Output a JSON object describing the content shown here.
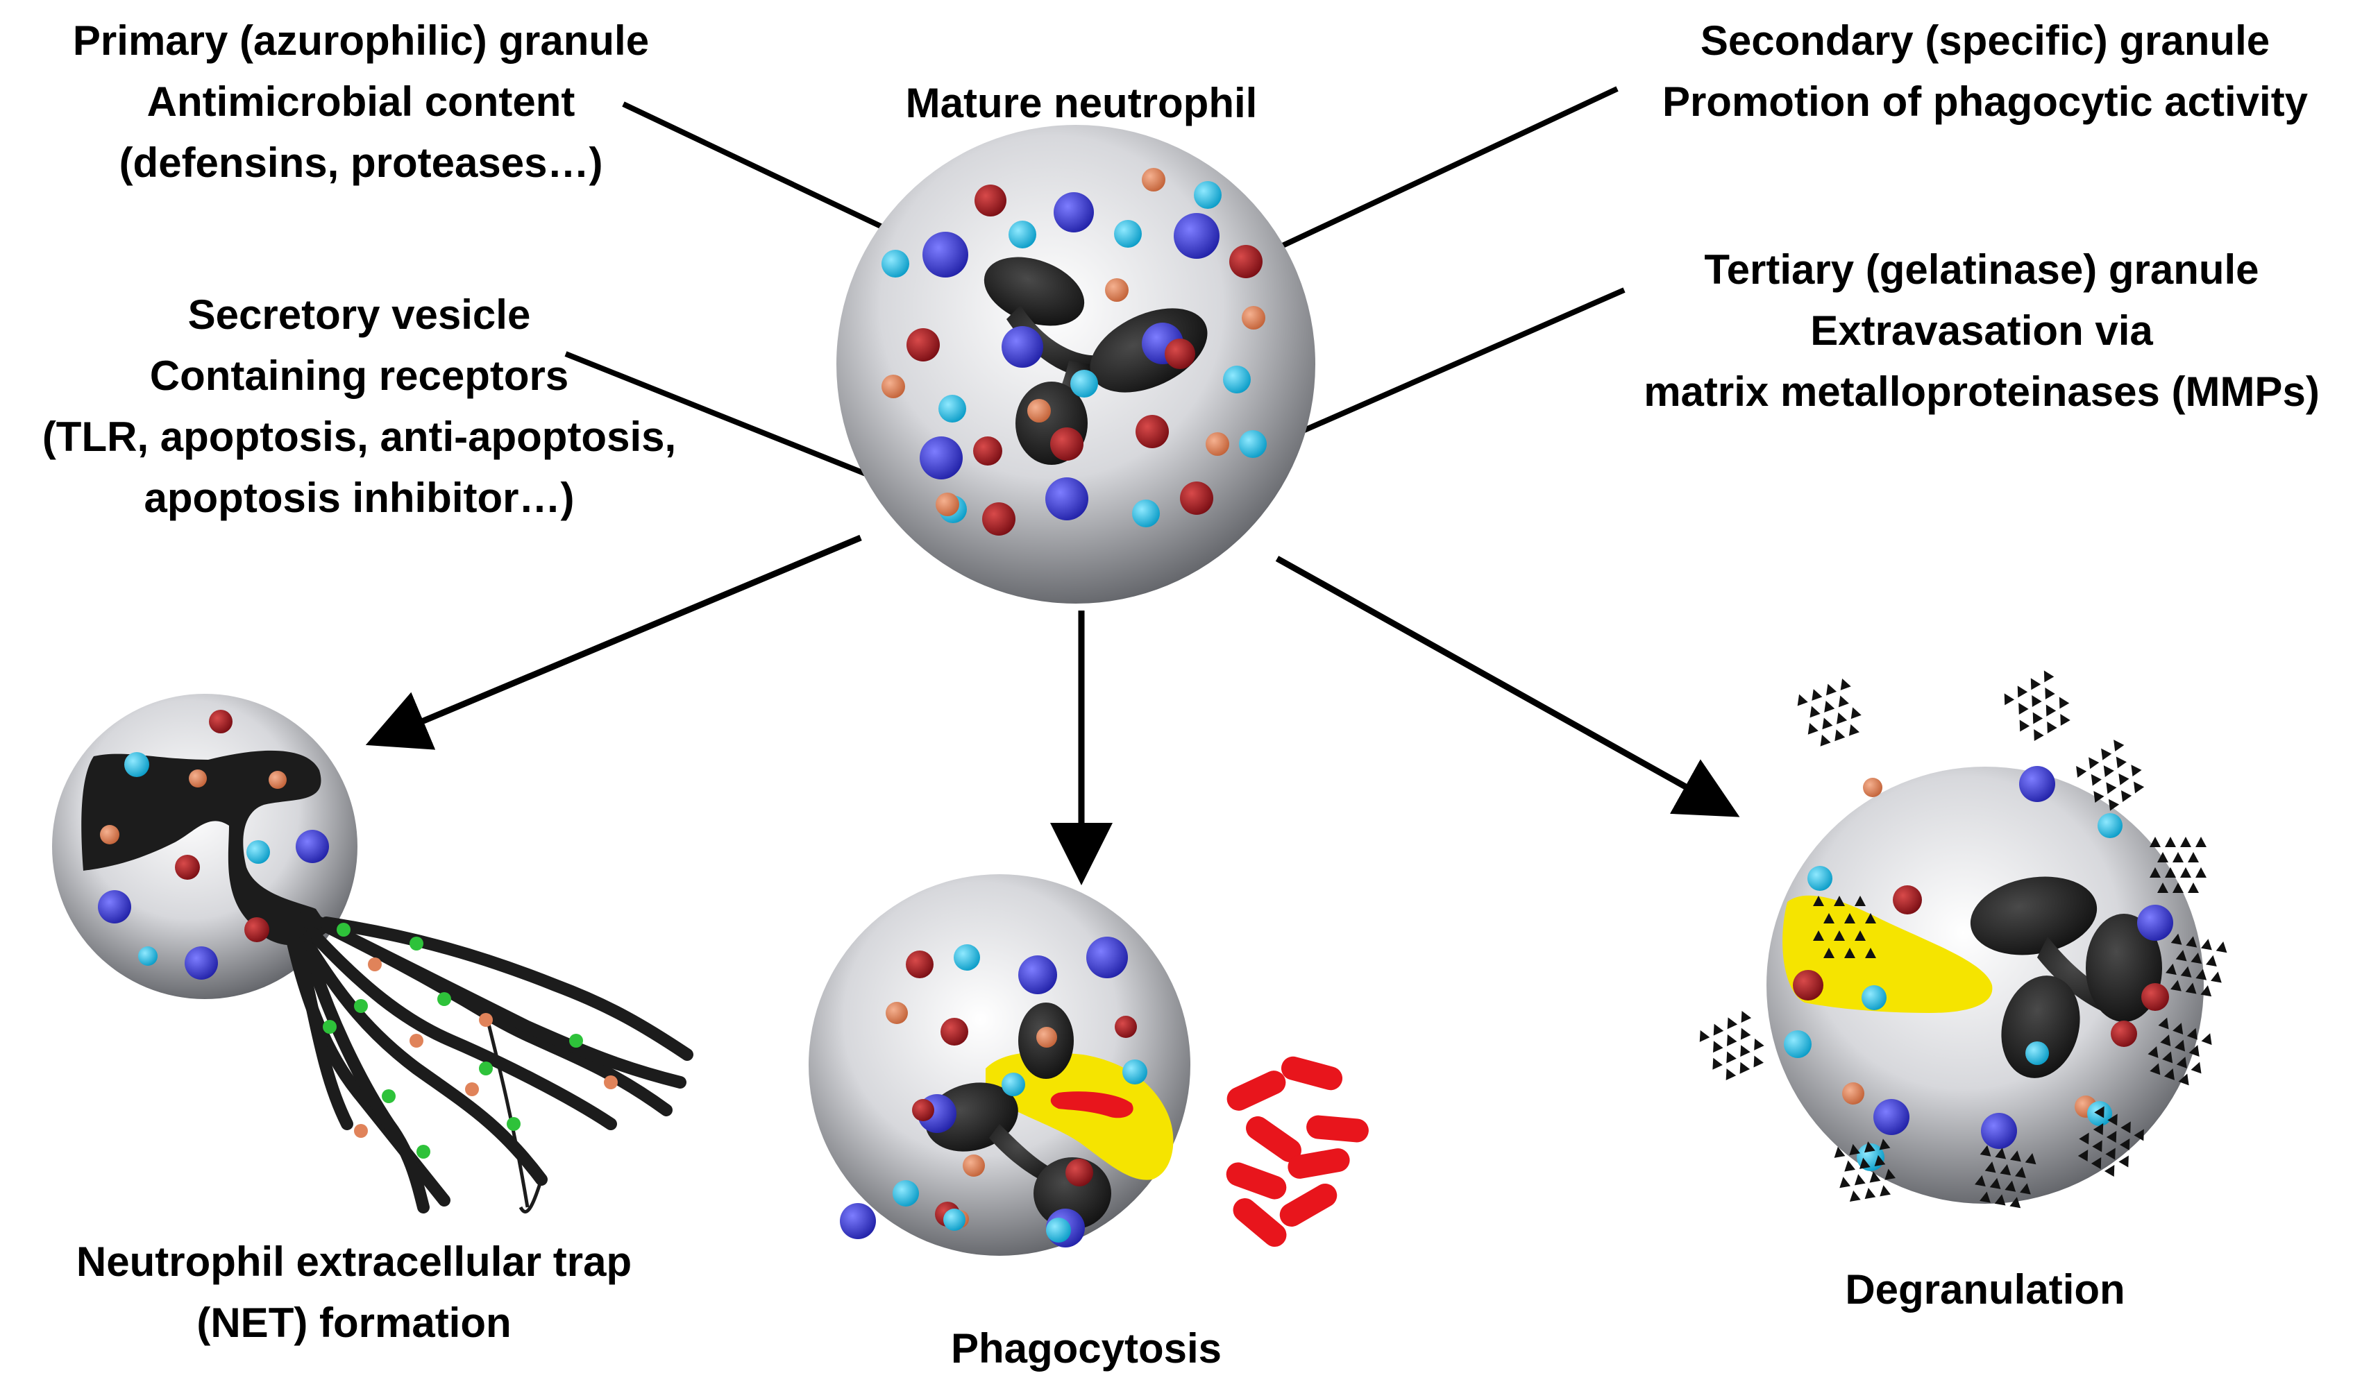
{
  "labels": {
    "primary": {
      "line1": "Primary (azurophilic) granule",
      "line2": "Antimicrobial content",
      "line3": "(defensins, proteases…)"
    },
    "mature": "Mature neutrophil",
    "secondary": {
      "line1": "Secondary (specific) granule",
      "line2": "Promotion of phagocytic activity"
    },
    "secretory": {
      "line1": "Secretory vesicle",
      "line2": "Containing receptors",
      "line3": "(TLR, apoptosis, anti-apoptosis,",
      "line4": "apoptosis inhibitor…)"
    },
    "tertiary": {
      "line1": "Tertiary (gelatinase) granule",
      "line2": "Extravasation via",
      "line3": "matrix metalloproteinases (MMPs)"
    },
    "net": {
      "line1": "Neutrophil extracellular trap",
      "line2": "(NET) formation"
    },
    "phagocytosis": "Phagocytosis",
    "degranulation": "Degranulation"
  },
  "colors": {
    "primary_granule": "#3a3ad0",
    "secondary_granule": "#a0161f",
    "tertiary_granule": "#16bde6",
    "secretory_vesicle": "#e0835a",
    "nucleus": "#1c1c1c",
    "phagosome": "#f5e400",
    "bacteria": "#e8151c",
    "net_granule": "#2ec23a"
  }
}
